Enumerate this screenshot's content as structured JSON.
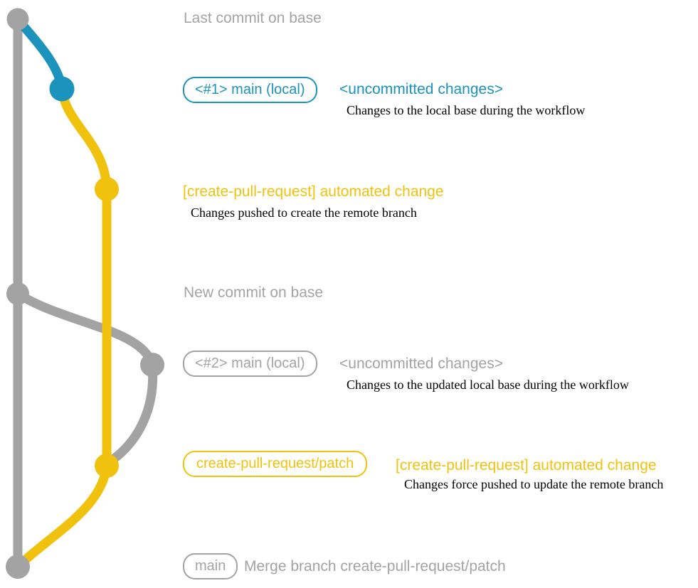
{
  "colors": {
    "gray": "#a3a3a3",
    "blue": "#1b93bc",
    "yellow": "#f0c20e",
    "ink": "#000000"
  },
  "annotations": {
    "last_commit": "Last commit on base",
    "new_commit": "New commit on base",
    "row1": {
      "badge": "<#1> main (local)",
      "headline": "<uncommitted changes>",
      "caption": "Changes to the local base during the workflow"
    },
    "row2": {
      "headline": "[create-pull-request] automated change",
      "caption": "Changes pushed to create the remote branch"
    },
    "row3": {
      "badge": "<#2> main (local)",
      "headline": "<uncommitted changes>",
      "caption": "Changes to the updated local base during the workflow"
    },
    "row4": {
      "badge": "create-pull-request/patch",
      "headline": "[create-pull-request] automated change",
      "caption": "Changes force pushed to update the remote branch"
    },
    "row5": {
      "badge": "main",
      "headline": "Merge branch create-pull-request/patch"
    }
  }
}
